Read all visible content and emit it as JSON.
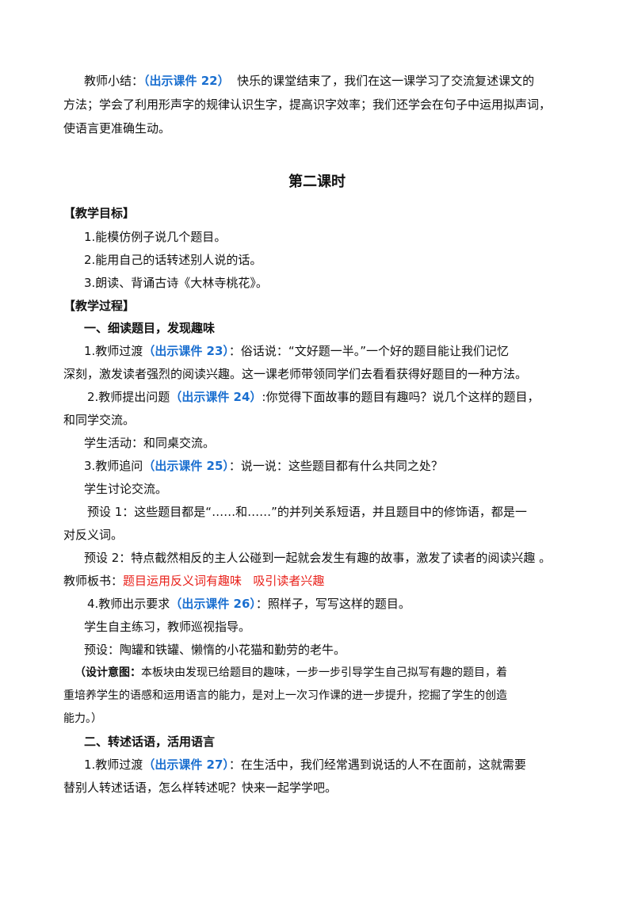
{
  "intro": {
    "l1_a": "教师小结：",
    "l1_tag": "（出示课件 22）",
    "l1_b": "快乐的课堂结束了，我们在这一课学习了交流复述课文的",
    "l2": "方法；学会了利用形声字的规律认识生字，提高识字效率；我们还学会在句子中运用拟声词，",
    "l3": "使语言更准确生动。"
  },
  "title": "第二课时",
  "goals": {
    "heading": "【教学目标】",
    "items": [
      "1.能模仿例子说几个题目。",
      "2.能用自己的话转述别人说的话。",
      "3.朗读、背诵古诗《大林寺桃花》。"
    ]
  },
  "process": {
    "heading": "【教学过程】",
    "sec1_title": "一、细读题目，发现趣味",
    "p1_a": "1.教师过渡",
    "p1_tag": "（出示课件 23）",
    "p1_b": "：俗话说：“文好题一半。”一个好的题目能让我们记忆",
    "p1_c": "深刻，激发读者强烈的阅读兴趣。这一课老师带领同学们去看看获得好题目的一种方法。",
    "p2_a": "2.教师提出问题",
    "p2_tag": "（出示课件 24）",
    "p2_b": ":你觉得下面故事的题目有趣吗？说几个这样的题目，",
    "p2_c": "和同学交流。",
    "p3": "学生活动：和同桌交流。",
    "p4_a": "3.教师追问",
    "p4_tag": "（出示课件 25）",
    "p4_b": "：说一说：这些题目都有什么共同之处？",
    "p5": "学生讨论交流。",
    "p6_a": "预设 1：这些题目都是“……和……”的并列关系短语，并且题目中的修饰语，都是一",
    "p6_b": "对反义词。",
    "p7": "预设 2：特点截然相反的主人公碰到一起就会发生有趣的故事，激发了读者的阅读兴趣 。",
    "p8_a": "教师板书：",
    "p8_red1": "题目运用反义词有趣味",
    "p8_red2": "吸引读者兴趣",
    "p9_a": "4.教师出示要求",
    "p9_tag": "（出示课件 26）",
    "p9_b": "：照样子，写写这样的题目。",
    "p10": "学生自主练习，教师巡视指导。",
    "p11": "预设：陶罐和铁罐、懒惰的小花猫和勤劳的老牛。",
    "note_a": "（设计意图：",
    "note_b": "本板块由发现已给题目的趣味，一步一步引导学生自己拟写有趣的题目，着",
    "note_c": "重培养学生的语感和运用语言的能力，是对上一次习作课的进一步提升，挖掘了学生的创造",
    "note_d": "能力。）",
    "sec2_title": "二、转述话语，活用语言",
    "p12_a": "1.教师过渡",
    "p12_tag": "（出示课件 27）",
    "p12_b": "：在生活中，我们经常遇到说话的人不在面前，这就需要",
    "p12_c": "替别人转述话语，怎么样转述呢？快来一起学学吧。"
  },
  "colors": {
    "accent_blue": "#1a6fd0",
    "highlight_red": "#e8201a"
  }
}
